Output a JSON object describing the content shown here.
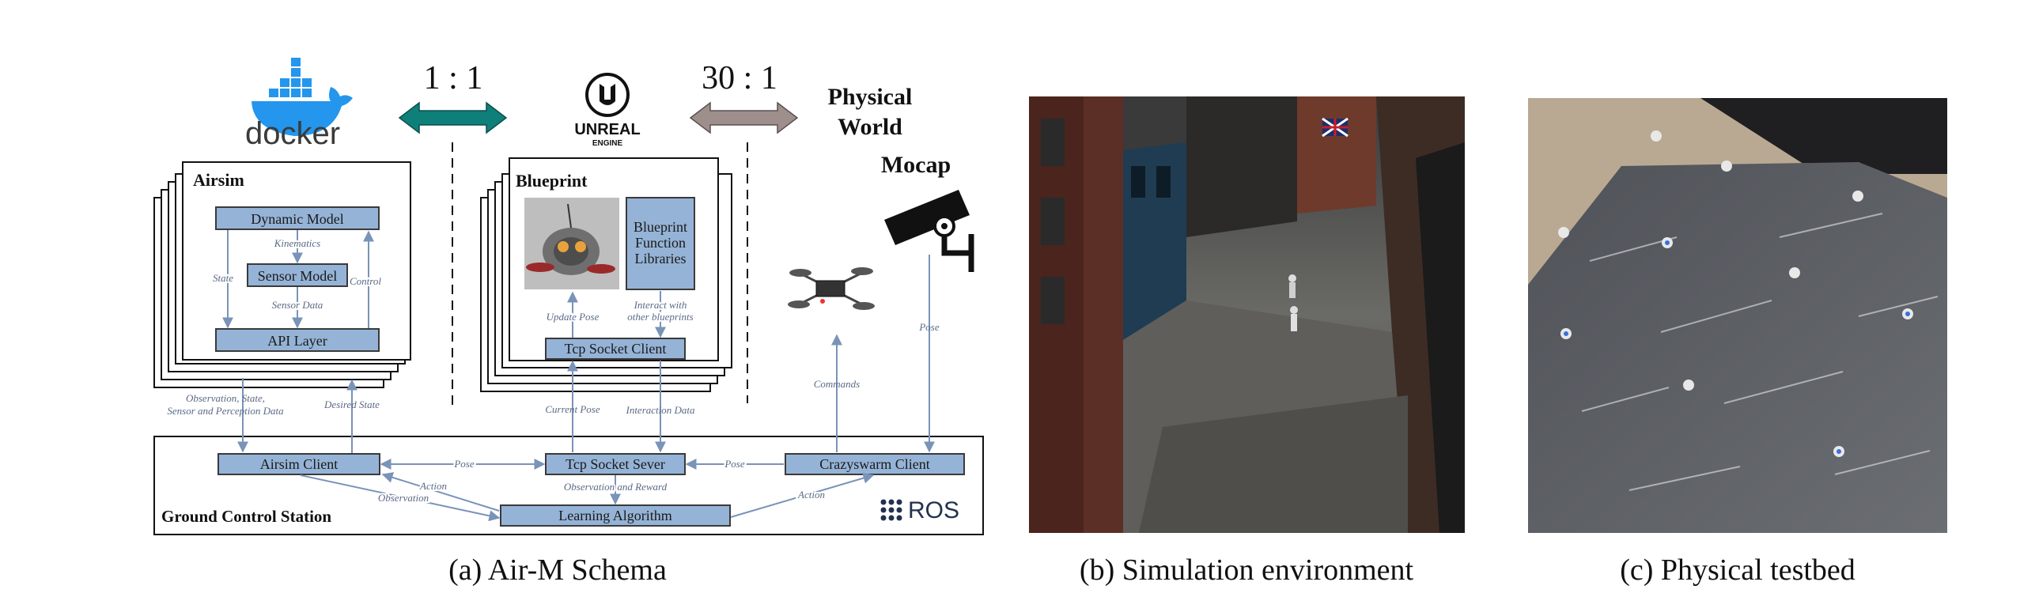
{
  "captions": {
    "a": "(a) Air-M Schema",
    "b": "(b) Simulation environment",
    "c": "(c) Physical testbed"
  },
  "logos": {
    "docker": "docker",
    "unreal_top": "UNREAL",
    "unreal_bottom": "ENGINE",
    "ros": "ROS"
  },
  "ratios": {
    "left": "1 : 1",
    "right": "30 : 1"
  },
  "headers": {
    "physical_1": "Physical",
    "physical_2": "World",
    "mocap": "Mocap",
    "airsim": "Airsim",
    "blueprint": "Blueprint",
    "gcs": "Ground Control Station"
  },
  "boxes": {
    "dynamic_model": "Dynamic Model",
    "sensor_model": "Sensor Model",
    "api_layer": "API Layer",
    "bp_lib_1": "Blueprint",
    "bp_lib_2": "Function",
    "bp_lib_3": "Libraries",
    "tcp_client": "Tcp Socket Client",
    "airsim_client": "Airsim Client",
    "tcp_server": "Tcp Socket Sever",
    "crazyswarm_client": "Crazyswarm Client",
    "learning": "Learning Algorithm"
  },
  "labels": {
    "kinematics": "Kinematics",
    "state": "State",
    "control": "Control",
    "sensor_data": "Sensor Data",
    "update_pose": "Update Pose",
    "interact_1": "Interact with",
    "interact_2": "other blueprints",
    "obs_1": "Observation, State,",
    "obs_2": "Sensor and Perception Data",
    "desired_state": "Desired State",
    "current_pose": "Current Pose",
    "interaction_data": "Interaction Data",
    "commands": "Commands",
    "pose_mocap": "Pose",
    "pose_left": "Pose",
    "pose_right": "Pose",
    "action_left": "Action",
    "observation_left": "Observation",
    "obs_reward": "Observation and Reward",
    "action_right": "Action"
  },
  "colors": {
    "box_fill": "#95b3d6",
    "teal_arrow": "#0f7f7a",
    "grey_arrow": "#9e8f8d",
    "docker_blue": "#2496ed",
    "arrow_line": "#7a93b8"
  }
}
